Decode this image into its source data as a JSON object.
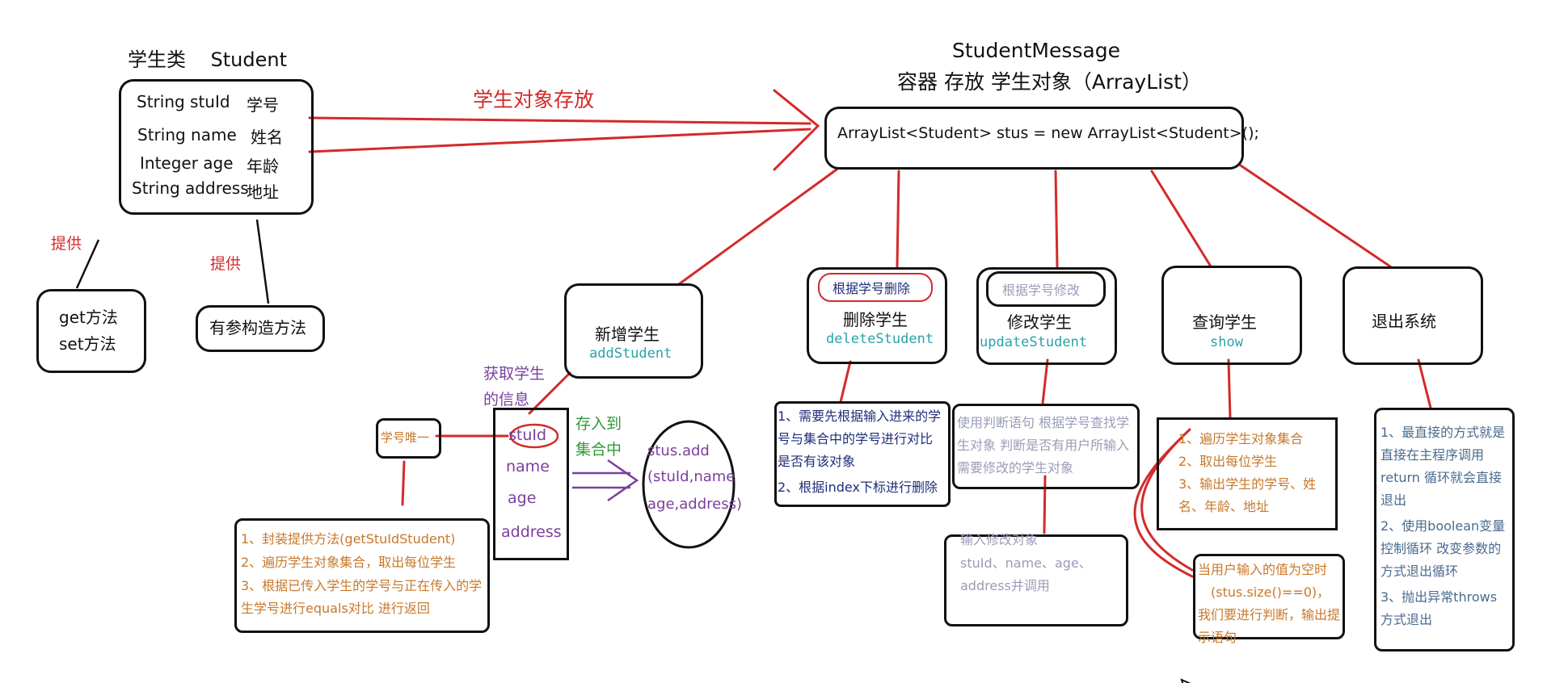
{
  "student_class": {
    "title": "学生类",
    "name": "Student",
    "fields": [
      {
        "decl": "String stuId",
        "meaning": "学号"
      },
      {
        "decl": "String name",
        "meaning": "姓名"
      },
      {
        "decl": "Integer age",
        "meaning": "年龄"
      },
      {
        "decl": "String address",
        "meaning": "地址"
      }
    ],
    "provide_left": "提供",
    "provide_right": "提供",
    "getset": [
      "get方法",
      "set方法"
    ],
    "constructor": "有参构造方法"
  },
  "arrow_label": "学生对象存放",
  "container": {
    "title1": "StudentMessage",
    "title2": "容器 存放 学生对象（ArrayList）",
    "code": "ArrayList<Student> stus = new ArrayList<Student>();"
  },
  "methods": {
    "add": {
      "label": "新增学生",
      "code": "addStudent"
    },
    "delete": {
      "tag": "根据学号删除",
      "label": "删除学生",
      "code": "deleteStudent"
    },
    "update": {
      "tag": "根据学号修改",
      "label": "修改学生",
      "code": "updateStudent"
    },
    "show": {
      "label": "查询学生",
      "code": "show"
    },
    "exit": {
      "label": "退出系统"
    }
  },
  "add_detail": {
    "get_info": [
      "获取学生",
      "的信息"
    ],
    "fields": [
      "stuId",
      "name",
      "age",
      "address"
    ],
    "unique_label": "学号唯一",
    "save_label": [
      "存入到",
      "集合中"
    ],
    "add_call": [
      "stus.add",
      "(stuId,name",
      "age,address)"
    ],
    "notes": [
      "1、封装提供方法(getStuIdStudent)",
      "2、遍历学生对象集合，取出每位学生",
      "3、根据已传入学生的学号与正在传入的学生学号进行equals对比 进行返回"
    ]
  },
  "delete_notes": [
    "1、需要先根据输入进来的学号与集合中的学号进行对比 是否有该对象",
    "2、根据index下标进行删除"
  ],
  "update_notes": "使用判断语句 根据学号查找学生对象 判断是否有用户所输入需要修改的学生对象",
  "update_input_notes": [
    "输入修改对象",
    "stuId、name、age、address并调用"
  ],
  "show_notes": [
    "1、遍历学生对象集合",
    "2、取出每位学生",
    "3、输出学生的学号、姓名、年龄、地址"
  ],
  "empty_check_notes": [
    "当用户输入的值为空时",
    "(stus.size()==0)，",
    "我们要进行判断，输出提示语句"
  ],
  "exit_notes": [
    "1、最直接的方式就是直接在主程序调用return 循环就会直接退出",
    "2、使用boolean变量 控制循环 改变参数的方式退出循环",
    "3、抛出异常throws方式退出"
  ],
  "colors": {
    "red": "#d42a2a",
    "purple": "#7a3f9e",
    "teal": "#2aa3a8",
    "green": "#2e9a3a",
    "navy": "#1f2e7a",
    "orange": "#c8782a",
    "gray": "#9a9cb8",
    "blue_gray": "#4a6a8e"
  }
}
